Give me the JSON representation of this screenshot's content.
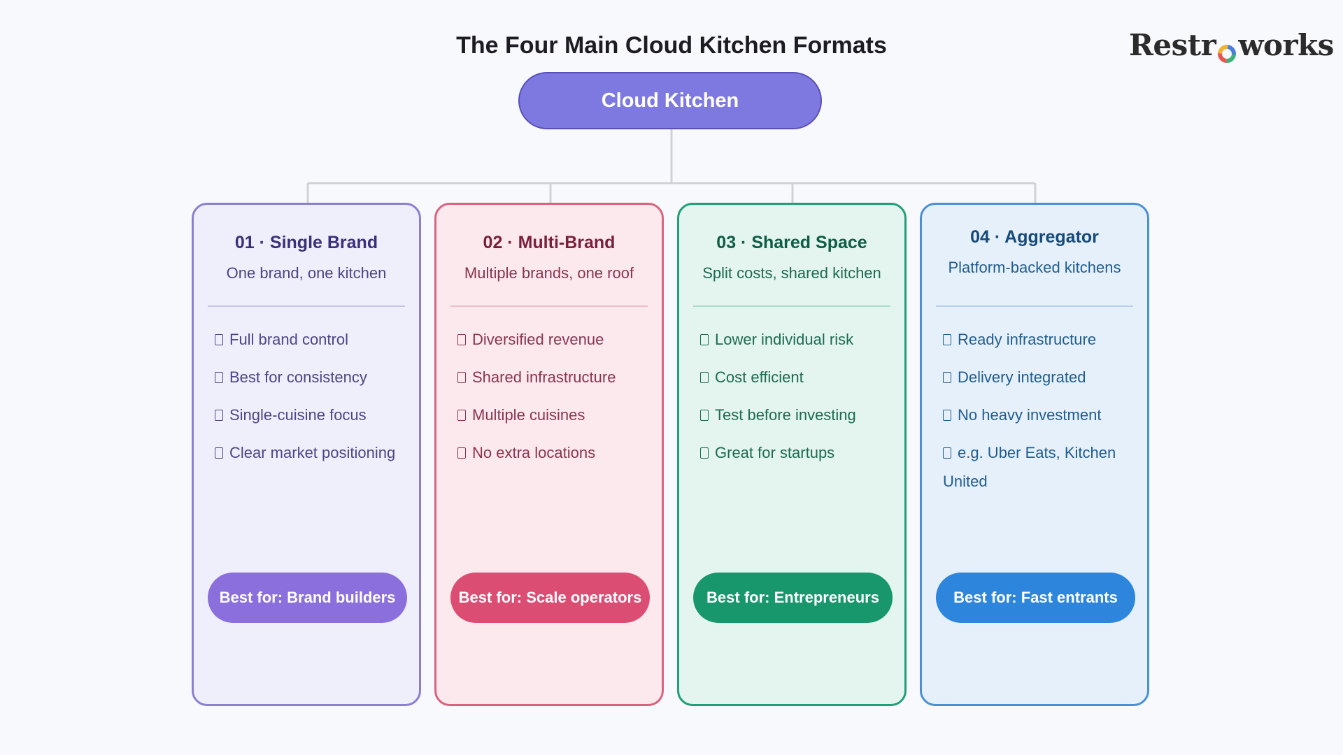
{
  "title": "The Four Main Cloud Kitchen Formats",
  "logo": {
    "prefix": "Restr",
    "suffix": "works"
  },
  "root": {
    "label": "Cloud Kitchen"
  },
  "cards": [
    {
      "title": "01 · Single Brand",
      "subtitle": "One brand, one kitchen",
      "features": [
        "Full brand control",
        "Best for consistency",
        "Single-cuisine focus",
        "Clear market positioning"
      ],
      "best_for": "Best for: Brand builders",
      "colors": {
        "border": "#8a80d0",
        "bg": "#efeefb",
        "title": "#3a2f7a",
        "text": "#4d4585",
        "divider": "#c7c3e6",
        "pill": "#8b6fdc"
      }
    },
    {
      "title": "02 · Multi-Brand",
      "subtitle": "Multiple brands, one roof",
      "features": [
        "Diversified revenue",
        "Shared infrastructure",
        "Multiple cuisines",
        "No extra locations"
      ],
      "best_for": "Best for: Scale operators",
      "colors": {
        "border": "#d9637f",
        "bg": "#fce9ee",
        "title": "#7a1f3a",
        "text": "#8a3450",
        "divider": "#ecbcc7",
        "pill": "#dc4d73"
      }
    },
    {
      "title": "03 · Shared Space",
      "subtitle": "Split costs, shared kitchen",
      "features": [
        "Lower individual risk",
        "Cost efficient",
        "Test before investing",
        "Great for startups"
      ],
      "best_for": "Best for: Entrepreneurs",
      "colors": {
        "border": "#1fa078",
        "bg": "#e3f5ee",
        "title": "#0f5c45",
        "text": "#1d6a52",
        "divider": "#a8dcc8",
        "pill": "#17976b"
      }
    },
    {
      "title": "04 · Aggregator",
      "subtitle": "Platform-backed kitchens",
      "features": [
        "Ready infrastructure",
        "Delivery integrated",
        "No heavy investment",
        "e.g. Uber Eats, Kitchen United"
      ],
      "best_for": "Best for: Fast entrants",
      "colors": {
        "border": "#4a90d4",
        "bg": "#e6f0fb",
        "title": "#154a7a",
        "text": "#1f5d8f",
        "divider": "#b5d0ec",
        "pill": "#2d86dc"
      }
    }
  ],
  "connector_color": "#d2d2d6"
}
